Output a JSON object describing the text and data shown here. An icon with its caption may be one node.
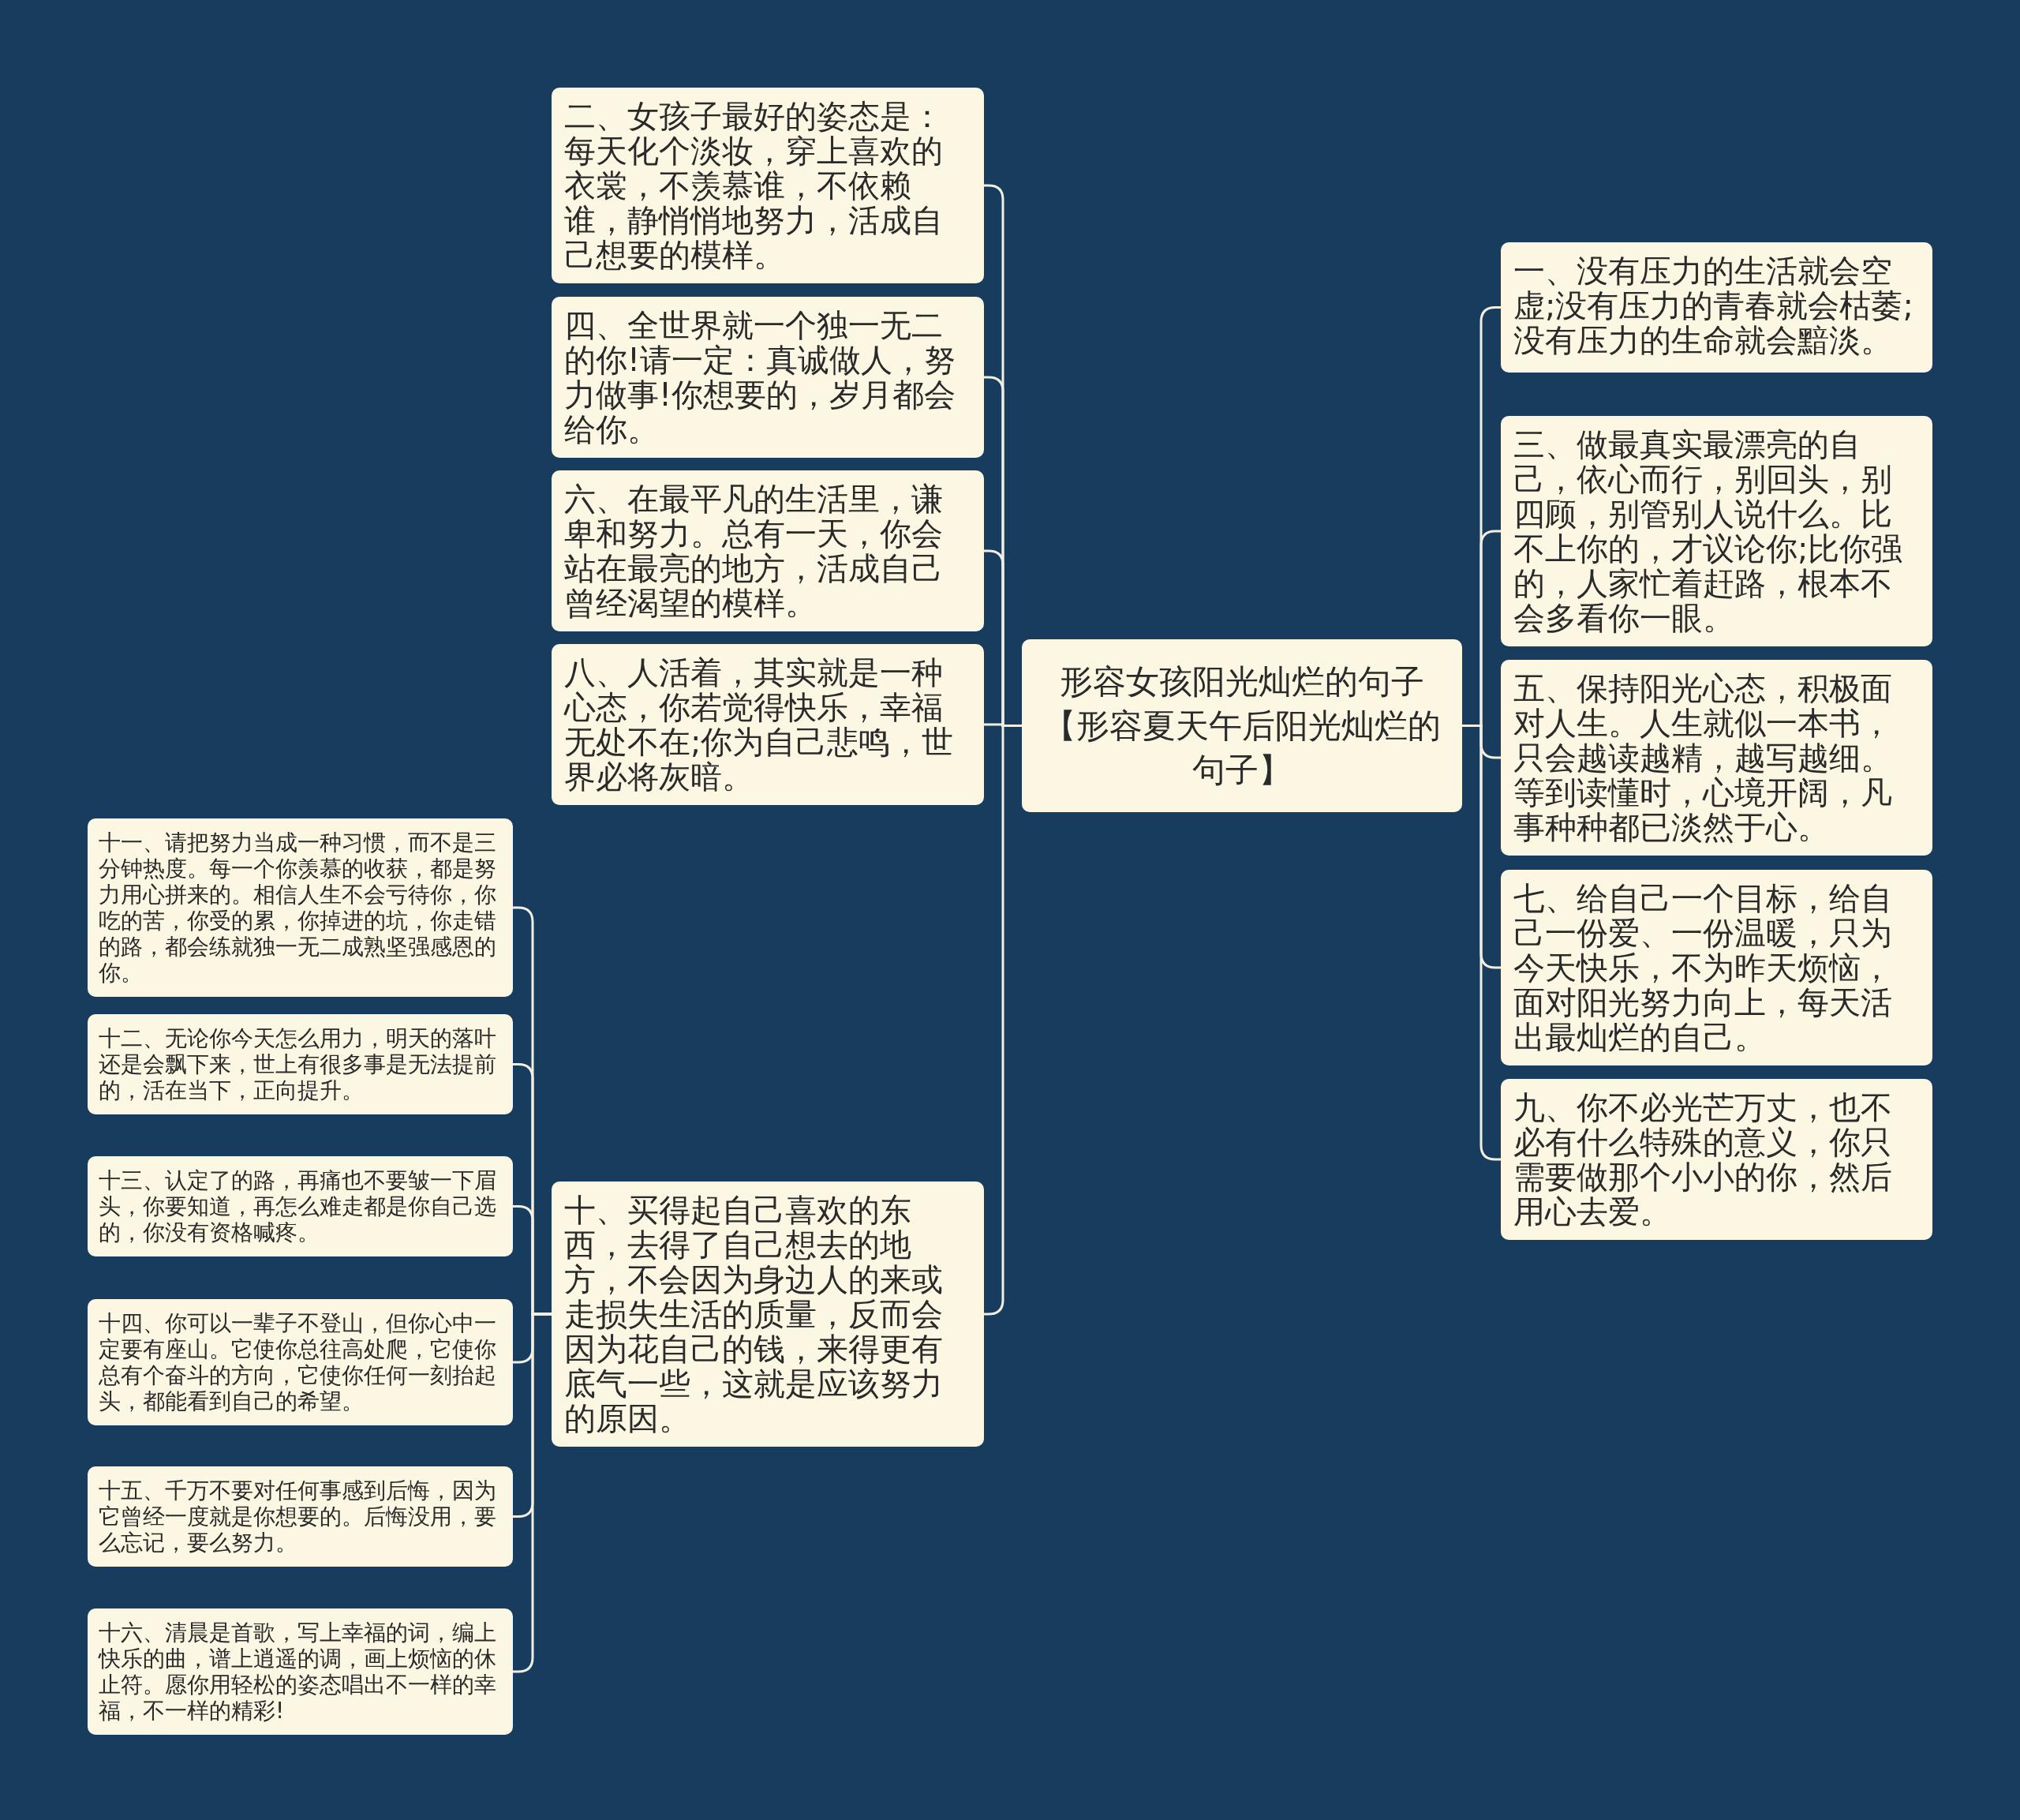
{
  "diagram": {
    "nodes": [
      {
        "text": [
          "形容女孩阳光灿烂的句子【形容夏天午后阳光灿烂的句子】"
        ]
      },
      {
        "text": [
          "二、女孩子最好的姿态是：每天化个淡妆，穿上喜欢的衣裳，不羡慕谁，不依赖谁，静悄悄地努力，活成自己想要的模样。"
        ]
      },
      {
        "text": [
          "四、全世界就一个独一无二的你!请一定：真诚做人，努力做事!你想要的，岁月都会给你。"
        ]
      },
      {
        "text": [
          "六、在最平凡的生活里，谦卑和努力。总有一天，你会站在最亮的地方，活成自己曾经渴望的模样。"
        ]
      },
      {
        "text": [
          "八、人活着，其实就是一种心态，你若觉得快乐，幸福无处不在;你为自己悲鸣，世界必将灰暗。"
        ]
      },
      {
        "text": [
          "十、买得起自己喜欢的东西，去得了自己想去的地方，不会因为身边人的来或走损失生活的质量，反而会因为花自己的钱，来得更有底气一些，这就是应该努力的原因。"
        ]
      },
      {
        "text": [
          "一、没有压力的生活就会空虚;没有压力的青春就会枯萎;没有压力的生命就会黯淡。"
        ]
      },
      {
        "text": [
          "三、做最真实最漂亮的自己，依心而行，别回头，别四顾，别管别人说什么。比不上你的，才议论你;比你强的，人家忙着赶路，根本不会多看你一眼。"
        ]
      },
      {
        "text": [
          "五、保持阳光心态，积极面对人生。人生就似一本书，只会越读越精，越写越细。等到读懂时，心境开阔，凡事种种都已淡然于心。"
        ]
      },
      {
        "text": [
          "七、给自己一个目标，给自己一份爱、一份温暖，只为今天快乐，不为昨天烦恼，面对阳光努力向上，每天活出最灿烂的自己。"
        ]
      },
      {
        "text": [
          "九、你不必光芒万丈，也不必有什么特殊的意义，你只需要做那个小小的你，然后用心去爱。"
        ]
      },
      {
        "text": [
          "十一、请把努力当成一种习惯，而不是三分钟热度。每一个你羡慕的收获，都是努力用心拼来的。相信人生不会亏待你，你吃的苦，你受的累，你掉进的坑，你走错的路，都会练就独一无二成熟坚强感恩的你。"
        ]
      },
      {
        "text": [
          "十二、无论你今天怎么用力，明天的落叶还是会飘下来，世上有很多事是无法提前的，活在当下，正向提升。"
        ]
      },
      {
        "text": [
          "十三、认定了的路，再痛也不要皱一下眉头，你要知道，再怎么难走都是你自己选的，你没有资格喊疼。"
        ]
      },
      {
        "text": [
          "十四、你可以一辈子不登山，但你心中一定要有座山。它使你总往高处爬，它使你总有个奋斗的方向，它使你任何一刻抬起头，都能看到自己的希望。"
        ]
      },
      {
        "text": [
          "十五、千万不要对任何事感到后悔，因为它曾经一度就是你想要的。后悔没用，要么忘记，要么努力。"
        ]
      },
      {
        "text": [
          "十六、清晨是首歌，写上幸福的词，编上快乐的曲，谱上逍遥的调，画上烦恼的休止符。愿你用轻松的姿态唱出不一样的幸福，不一样的精彩!"
        ]
      }
    ],
    "edges": [
      {
        "from": 0,
        "to": 1,
        "arrow": "none"
      },
      {
        "from": 0,
        "to": 2,
        "arrow": "none"
      },
      {
        "from": 0,
        "to": 3,
        "arrow": "none"
      },
      {
        "from": 0,
        "to": 4,
        "arrow": "none"
      },
      {
        "from": 0,
        "to": 5,
        "arrow": "none"
      },
      {
        "from": 0,
        "to": 6,
        "arrow": "none"
      },
      {
        "from": 0,
        "to": 7,
        "arrow": "none"
      },
      {
        "from": 0,
        "to": 8,
        "arrow": "none"
      },
      {
        "from": 0,
        "to": 9,
        "arrow": "none"
      },
      {
        "from": 0,
        "to": 10,
        "arrow": "none"
      },
      {
        "from": 5,
        "to": 11,
        "arrow": "none"
      },
      {
        "from": 5,
        "to": 12,
        "arrow": "none"
      },
      {
        "from": 5,
        "to": 13,
        "arrow": "none"
      },
      {
        "from": 5,
        "to": 14,
        "arrow": "none"
      },
      {
        "from": 5,
        "to": 15,
        "arrow": "none"
      },
      {
        "from": 5,
        "to": 16,
        "arrow": "none"
      }
    ]
  }
}
